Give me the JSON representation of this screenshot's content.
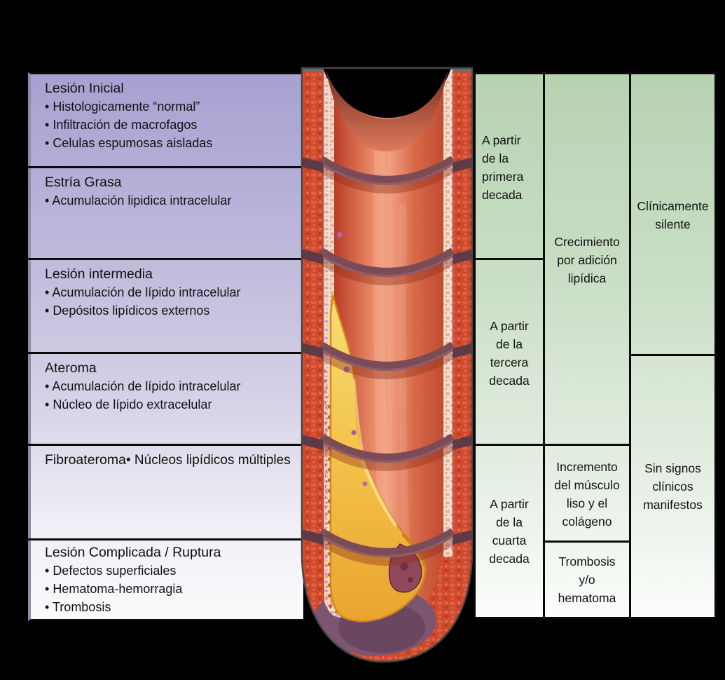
{
  "stages": [
    {
      "title": "Lesión Inicial",
      "bullets": [
        "Histologicamente “normal”",
        "Infiltración de macrofagos",
        "Celulas espumosas aisladas"
      ]
    },
    {
      "title": "Estría Grasa",
      "bullets": [
        "Acumulación lipidica intracelular"
      ]
    },
    {
      "title": "Lesión intermedia",
      "bullets": [
        "Acumulación de lípido intracelular",
        "Depósitos lipídicos externos"
      ]
    },
    {
      "title": "Ateroma",
      "bullets": [
        "Acumulación de lípido intracelular",
        "Núcleo de lípido extracelular"
      ]
    },
    {
      "title": "Fibroateroma",
      "inline_bullet": "Núcleos lipídicos múltiples"
    },
    {
      "title": "Lesión Complicada / Ruptura",
      "bullets": [
        "Defectos superficiales",
        "Hematoma-hemorragia",
        "Trombosis"
      ]
    }
  ],
  "timeline": {
    "cells": [
      "A partir de la primera decada",
      "A partir de la tercera decada",
      "A partir de la cuarta decada"
    ]
  },
  "progression": {
    "cells": [
      "Crecimiento por adición lipídica",
      "Incremento del músculo liso y el colágeno",
      "Trombosis y/o hematoma"
    ]
  },
  "clinical": {
    "cells": [
      "Clínicamente silente",
      "Sin signos clínicos manifestos"
    ]
  },
  "colors": {
    "background": "#000000",
    "stage_gradient_top": "#a7a1d1",
    "stage_gradient_bottom": "#fbfbfd",
    "timeline_gradient_top": "#b7d2b2",
    "timeline_gradient_bottom": "#fbfdfb",
    "grid_line": "#0a0a0a",
    "text": "#111111",
    "artery_wall": "#d04a2e",
    "artery_lumen_highlight": "#ee9372",
    "artery_intima": "#f4dcc6",
    "plaque": "#f3c24a",
    "thrombus": "#91485c",
    "segment_band": "#7b4b57"
  }
}
